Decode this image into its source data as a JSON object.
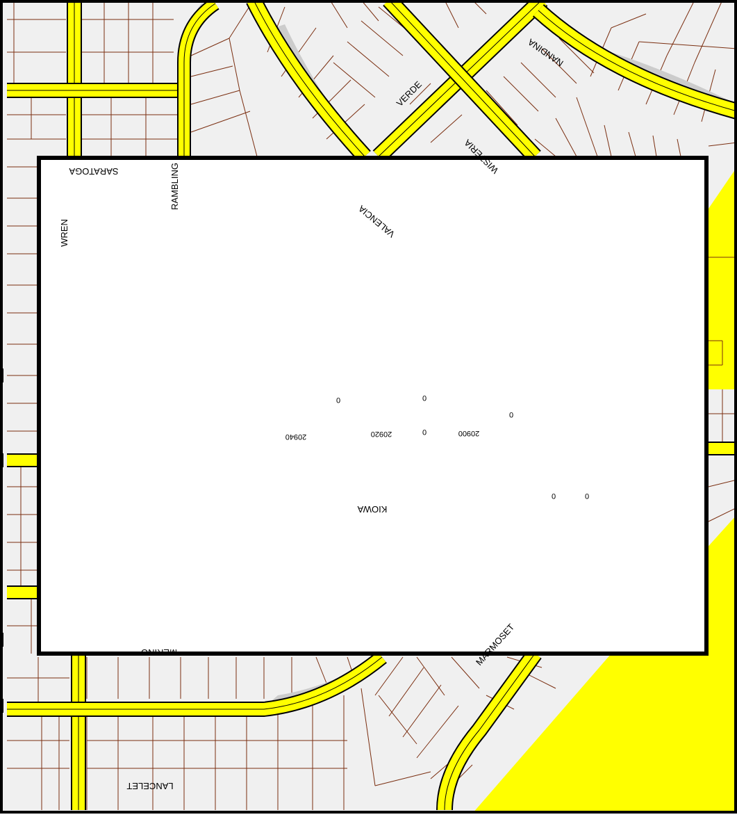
{
  "map": {
    "colors": {
      "road_fill": "#ffff00",
      "parcel_fill": "#f0f0f0",
      "parcel_line": "#7a2e10",
      "median": "#cccccc",
      "frame": "#000000",
      "selection_fill": "#ffffff"
    },
    "street_labels": {
      "saratoga": "SARATOGA",
      "rambling": "RAMBLING",
      "wren": "WREN",
      "valencia": "VALENCIA",
      "wisteria": "WISTERIA",
      "verde": "VERDE",
      "nandina": "NANDINA",
      "kiowa": "KIOWA",
      "merino": "MERINO",
      "marmoset": "MARMOSET",
      "lancelet": "LANCELET"
    },
    "address_labels": {
      "a20940": "20940",
      "a20920": "20920",
      "a20900": "20900"
    },
    "point_labels": {
      "p1": "0",
      "p2": "0",
      "p3": "0",
      "p4": "0",
      "p5": "0",
      "p6": "0"
    }
  }
}
